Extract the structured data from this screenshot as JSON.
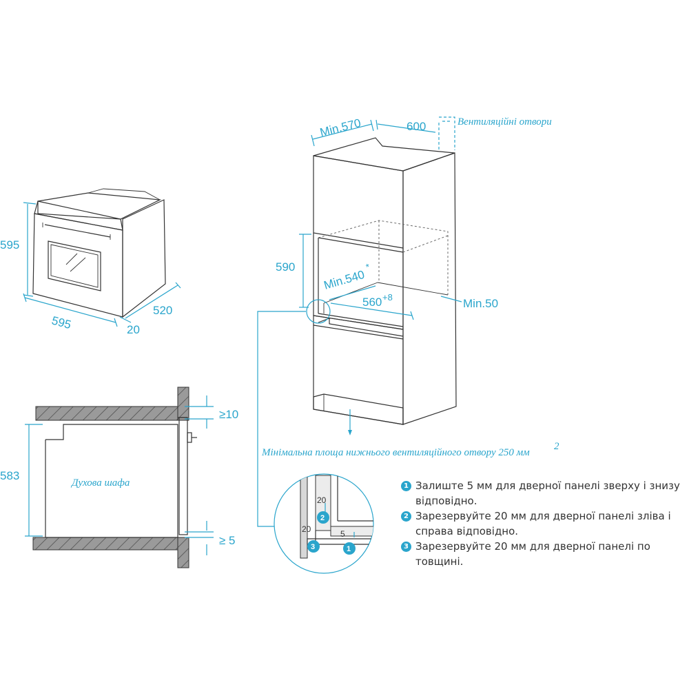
{
  "dimensions": {
    "oven_height": "595",
    "oven_width": "595",
    "oven_depth": "520",
    "oven_front_depth": "20",
    "cabinet_min_depth": "Min.570",
    "cabinet_width": "600",
    "niche_height": "590",
    "niche_min_depth": "Min.540",
    "niche_min_depth_mark": "*",
    "niche_width": "560",
    "niche_width_tolerance": "+8",
    "rear_gap_min": "Min.50",
    "side_height": "583",
    "gap_top": "≥10",
    "gap_bottom": "≥ 5"
  },
  "labels": {
    "vent_openings": "Вентиляційні отвори",
    "min_vent_area": "Мінімальна площа нижнього вентиляційного отвору 250 мм",
    "min_vent_area_sup": "2",
    "oven_label": "Духова шафа"
  },
  "detail": {
    "gap_20_top": "20",
    "gap_20_left": "20",
    "gap_5": "5",
    "badge_1": "1",
    "badge_2": "2",
    "badge_3": "3"
  },
  "legend": [
    {
      "badge": "1",
      "text": "Залиште 5 мм для дверної панелі зверху і знизу відповідно."
    },
    {
      "badge": "2",
      "text": "Зарезервуйте 20 мм для дверної панелі зліва і справа відповідно."
    },
    {
      "badge": "3",
      "text": "Зарезервуйте 20 мм для дверної панелі по товщині."
    }
  ],
  "colors": {
    "accent": "#2aa5cc",
    "line": "#333333",
    "hatch": "#9a9a9a"
  }
}
